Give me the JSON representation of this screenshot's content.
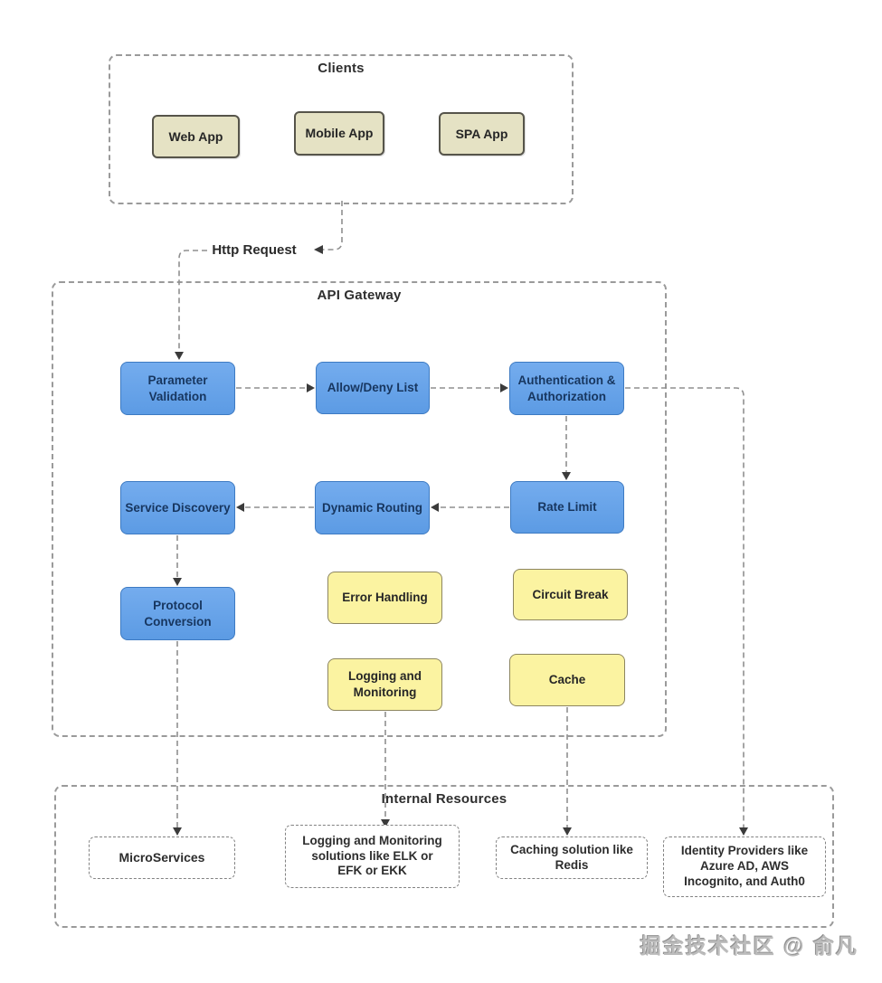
{
  "watermark": "掘金技术社区 @ 俞凡",
  "labels": {
    "http_request": "Http Request"
  },
  "containers": {
    "clients": {
      "title": "Clients"
    },
    "api_gateway": {
      "title": "API Gateway"
    },
    "internal_resources": {
      "title": "Internal Resources"
    }
  },
  "nodes": {
    "web_app": "Web App",
    "mobile_app": "Mobile App",
    "spa_app": "SPA App",
    "parameter_validation": "Parameter Validation",
    "allow_deny_list": "Allow/Deny List",
    "authentication_authorization": "Authentication & Authorization",
    "service_discovery": "Service Discovery",
    "dynamic_routing": "Dynamic Routing",
    "rate_limit": "Rate Limit",
    "protocol_conversion": "Protocol Conversion",
    "error_handling": "Error Handling",
    "circuit_break": "Circuit Break",
    "logging_monitoring": "Logging and Monitoring",
    "cache": "Cache",
    "microservices": "MicroServices",
    "logging_solutions": "Logging and Monitoring solutions like ELK or EFK or EKK",
    "caching_solution": "Caching solution like Redis",
    "identity_providers": "Identity Providers like Azure AD, AWS Incognito, and Auth0"
  },
  "colors": {
    "node_blue_fill": "#66A3EA",
    "node_blue_border": "#3D7AC2",
    "node_blue_text": "#17365F",
    "node_yellow_fill": "#FBF3A1",
    "node_yellow_border": "#8D8660",
    "node_tan_fill": "#E5E2C4",
    "node_tan_border": "#56544A",
    "dashed_container_border": "#9A9A9A",
    "connector_line": "#8F8F8F",
    "arrowhead": "#3B3B3B",
    "title_text": "#2E2E2E",
    "watermark_text": "#BCBCBC"
  }
}
